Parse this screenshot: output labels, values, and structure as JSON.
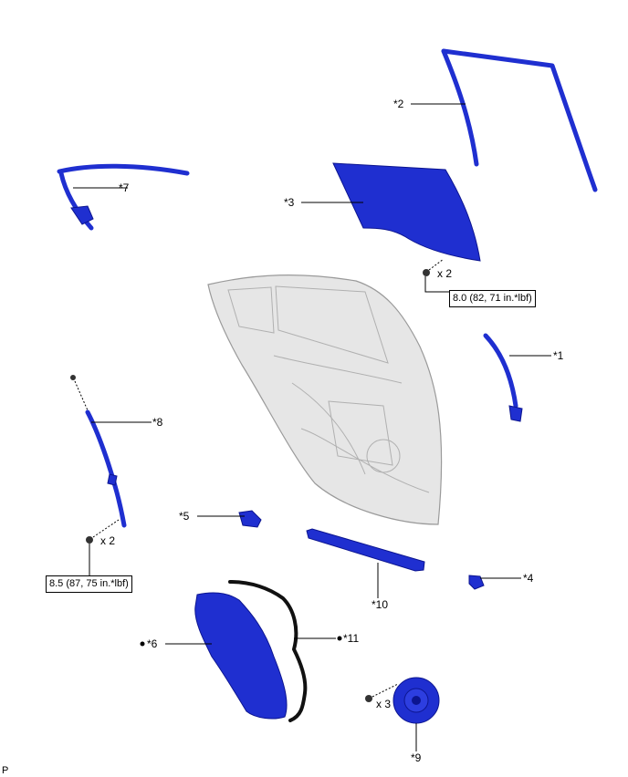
{
  "parts": {
    "p1": "*1",
    "p2": "*2",
    "p3": "*3",
    "p4": "*4",
    "p5": "*5",
    "p6": "*6",
    "p7": "*7",
    "p8": "*8",
    "p9": "*9",
    "p10": "*10",
    "p11": "*11"
  },
  "quantities": {
    "q3": "x 2",
    "q8": "x 2",
    "q9": "x 3"
  },
  "torques": {
    "t3": "8.0 (82, 71 in.*lbf)",
    "t8": "8.5 (87, 75 in.*lbf)"
  },
  "corner_mark": "P",
  "colors": {
    "part_blue": "#1f2fd0",
    "door_gray": "#e6e6e6",
    "seal_black": "#111111"
  }
}
